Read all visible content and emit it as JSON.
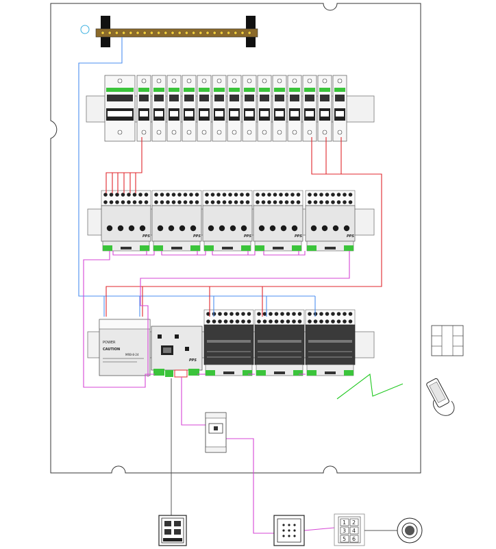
{
  "power_supply": {
    "title": "POWER",
    "caution_label": "CAUTION",
    "model_code": "MRB-8-24"
  },
  "bottom_panel": {
    "keys": [
      "1",
      "2",
      "3",
      "4",
      "5",
      "6"
    ]
  },
  "brand": "PPS",
  "colors": {
    "live": "#e0252b",
    "neutral": "#4a8ef0",
    "bus": "#d544d4",
    "wireless": "#1ec81e"
  },
  "icons": [
    "earth-bar-icon",
    "circuit-breaker-icon",
    "smartphone-icon",
    "wall-switch-icon",
    "doorbell-icon"
  ]
}
